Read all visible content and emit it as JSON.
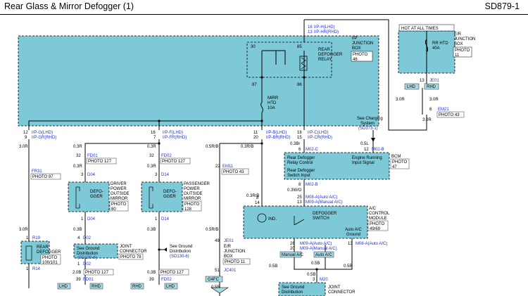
{
  "header": {
    "title": "Rear Glass & Mirror Defogger (1)",
    "code": "SD879-1"
  },
  "colors": {
    "box_fill": "#7ec9d8",
    "tag_fill": "#a8dbe6",
    "blue_text": "#2233cc",
    "wire": "#000000"
  },
  "ijb": {
    "title": [
      "I/P",
      "JUNCTION",
      "BOX"
    ],
    "photo": [
      "PHOTO",
      "46"
    ],
    "top_pins": [
      "16",
      "13"
    ],
    "top_conn": [
      "I/P-H(LHD)",
      "I/P-HR(RHD)"
    ],
    "relay": [
      "REAR",
      "DEFOGGER",
      "RELAY"
    ],
    "relay_pins": [
      "30",
      "85",
      "87",
      "86"
    ],
    "fuse": [
      "MIRR",
      "HTD",
      "10A"
    ]
  },
  "ejb": {
    "hot": "HOT AT ALL TIMES",
    "title": [
      "E/R",
      "JUNCTION",
      "BOX"
    ],
    "photo": [
      "PHOTO",
      "11"
    ],
    "fuse": [
      "RR HTD",
      "40A"
    ],
    "pin": "13",
    "conn": "JE01",
    "lhd": "LHD",
    "rhd": "RHD",
    "w1": "3.0R",
    "w2": "3.0R",
    "em21_pin": "6",
    "em21": "EM21",
    "em21_photo": "PHOTO 43",
    "w3": "3.0R"
  },
  "charging": {
    "text": [
      "See Charging",
      "System"
    ],
    "ref": "(SD373-1)"
  },
  "ijb_bottom": {
    "p1": [
      "12",
      "9"
    ],
    "c1": [
      "I/P-G(LHD)",
      "I/P-GR(RHD)"
    ],
    "p2": [
      "16",
      "7"
    ],
    "c2": [
      "I/P-F(LHD)",
      "I/P-FR(RHD)"
    ],
    "p3": [
      "11",
      "20"
    ],
    "c3": [
      "I/P-B(LHD)",
      "I/P-BR(RHD)"
    ],
    "p4": [
      "18",
      "15"
    ],
    "c4": [
      "I/P-C(LHD)",
      "I/P-CR(RHD)"
    ]
  },
  "col1": {
    "w1": "3.0R",
    "conn": "FR31",
    "photo": "PHOTO 97",
    "w2": "3.0R",
    "pin1": "1",
    "r19": "R19",
    "label": [
      "REAR",
      "DEFOGGER"
    ],
    "photo2": [
      "PHOTO",
      "100/101"
    ],
    "pin2": "1",
    "r14": "R14"
  },
  "col2": {
    "w1": "0.3R",
    "pin1": "32",
    "fd01": "FD01",
    "fd01_photo": "PHOTO 127",
    "w2": "0.3R",
    "pin2": "3",
    "d04": "D04",
    "label": [
      "DEFO-",
      "GGER"
    ],
    "mirror": [
      "DRIVER",
      "POWER",
      "OUTSIDE",
      "MIRROR"
    ],
    "photo": [
      "PHOTO",
      "80"
    ],
    "pin3": "1",
    "d04b": "D04",
    "w3": "0.3B",
    "pin4": "4",
    "d02": "D02",
    "joint": "JOINT",
    "conn": "CONNECTOR",
    "photo78": "PHOTO 78",
    "ground": [
      "See Ground",
      "Distribution"
    ],
    "gref": "(SD130-6)",
    "pin5": "1",
    "d02b": "D02",
    "w4": "2.0B",
    "photo127": "PHOTO 127",
    "pin6": "39",
    "fd01b": "FD01",
    "lhd": "LHD",
    "rhd": "RHD"
  },
  "col3": {
    "w1": "0.3R",
    "pin1": "32",
    "fd02": "FD02",
    "fd02_photo": "PHOTO 127",
    "w2": "0.3R",
    "pin2": "3",
    "d14": "D14",
    "label": [
      "DEFO-",
      "GGER"
    ],
    "mirror": [
      "PASSENGER",
      "POWER",
      "OUTSIDE",
      "MIRROR"
    ],
    "photo": [
      "PHOTO",
      "128"
    ],
    "pin3": "1",
    "d14b": "D14",
    "w3": "0.3B",
    "ground": [
      "See Ground",
      "Distribution"
    ],
    "gref": "(SD130-6)",
    "w4": "0.3B",
    "photo127": "PHOTO 127",
    "pin6": "39",
    "fd02b": "FD02",
    "rhd": "RHD",
    "lhd": "LHD"
  },
  "col4": {
    "w1": "0.5R/B",
    "pin1": "22",
    "em11": "EM11",
    "photo": "PHOTO 43",
    "w2": "0.5R/B",
    "pin2": "49",
    "je01": "JE01",
    "ejb": [
      "E/R",
      "JUNCTION",
      "BOX"
    ],
    "ejb_photo": "PHOTO 11",
    "pin3": "51",
    "jc401": "JC401",
    "g4fc": "G4FC",
    "w3": "0.5R"
  },
  "bcm": {
    "w_left": "0.3R/B",
    "w_mid": "0.3Br",
    "w_right": "0.5L",
    "pin_l": "6",
    "m02c": "M02-C",
    "pin_r": "12",
    "m02b": "M02-B",
    "name": "BCM",
    "photo": [
      "PHOTO",
      "47"
    ],
    "in1": [
      "Rear Defogger",
      "Relay Control"
    ],
    "in2": [
      "Engine Running",
      "Input Signal"
    ],
    "in3": [
      "Rear Defogger",
      "Switch Input"
    ],
    "pin_b": "8",
    "m02b2": "M02-B"
  },
  "acm": {
    "w": "0.3W/O",
    "w_left": "0.3R/B",
    "pin_l1": "8",
    "pin_l2": "14",
    "p1": "25",
    "c1": "M08-A(Auto A/C)",
    "p2": "13",
    "c2": "M09-A(Manual A/C)",
    "title": [
      "A/C",
      "CONTROL",
      "MODULE"
    ],
    "photo": [
      "PHOTO",
      "49/69"
    ],
    "ind": "IND.",
    "sw": [
      "DEFOGGER",
      "SWITCH"
    ],
    "gnd": [
      "Auto A/C",
      "Ground"
    ],
    "b_p1": "26",
    "b_p2": "20",
    "b_c1": "M09-A(Auto A/C)",
    "b_c2": "M09-A(Manual A/C)",
    "b_p3": "13",
    "b_c3": "M08-A(Auto A/C)",
    "manual": "Manual A/C",
    "auto": "Auto A/C",
    "w_a": "0.5B",
    "w_b": "0.5B",
    "w_c": "0.5B",
    "w_d": "0.5B"
  },
  "m20": {
    "pin": "3",
    "conn": "M20",
    "ground": [
      "See Ground",
      "Distribution"
    ],
    "joint": [
      "JOINT",
      "CONNECTOR"
    ]
  }
}
